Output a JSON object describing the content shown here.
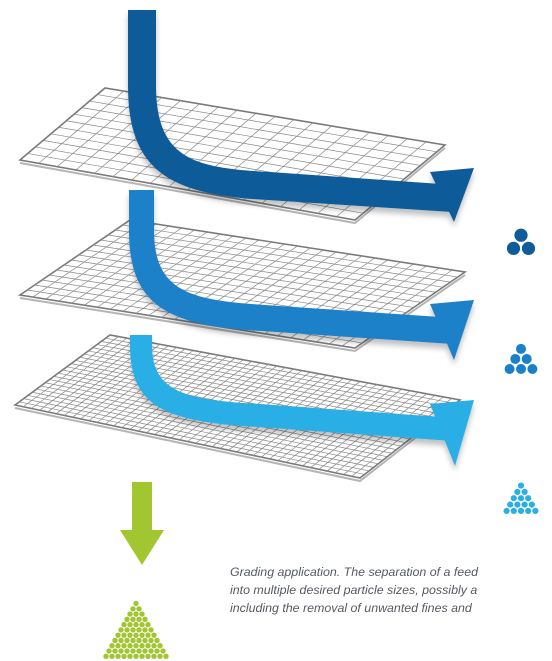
{
  "caption": {
    "lines": [
      "Grading application. The separation of a feed",
      "into multiple desired particle sizes, possibly a",
      "including the removal of unwanted fines and"
    ]
  },
  "colors": {
    "coarse": "#0f5c99",
    "medium": "#1a81c9",
    "fine": "#2aaee6",
    "fines_through": "#a2c62f",
    "screen_line": "#888888",
    "screen_fill": "#ffffff"
  },
  "stages": [
    {
      "name": "coarse-fraction",
      "screen_mesh": "coarse",
      "color_key": "coarse",
      "pile_rows": 2
    },
    {
      "name": "medium-fraction",
      "screen_mesh": "medium",
      "color_key": "medium",
      "pile_rows": 3
    },
    {
      "name": "fine-fraction",
      "screen_mesh": "fine",
      "color_key": "fine",
      "pile_rows": 5
    }
  ],
  "undersize": {
    "name": "undersize-fines",
    "color_key": "fines_through",
    "pile_rows": 11
  }
}
